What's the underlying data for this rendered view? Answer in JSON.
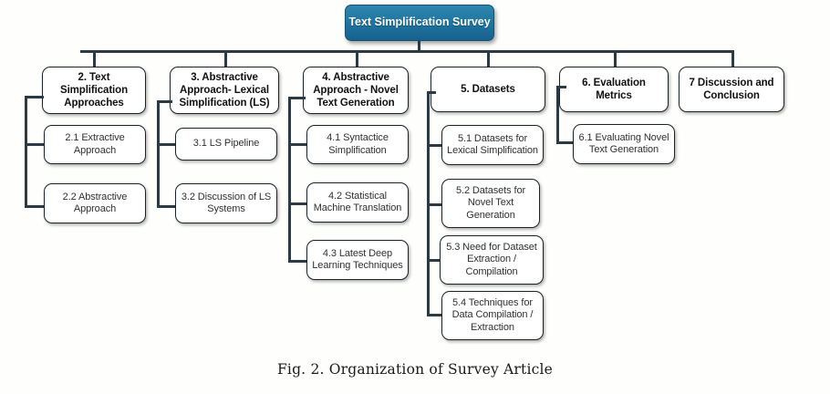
{
  "figure": {
    "caption": "Fig. 2.  Organization of Survey Article",
    "root": {
      "label": "Text Simplification Survey",
      "color": "#2077a2"
    },
    "line_color": "#2b3a44",
    "box_fill": "#ffffff",
    "box_border": "#1b2228",
    "background": "#fefefc"
  },
  "columns": [
    {
      "parent": "2. Text Simplification Approaches",
      "children": [
        "2.1 Extractive Approach",
        "2.2 Abstractive Approach"
      ]
    },
    {
      "parent": "3. Abstractive Approach- Lexical Simplification (LS)",
      "children": [
        "3.1 LS Pipeline",
        "3.2 Discussion of LS Systems"
      ]
    },
    {
      "parent": "4. Abstractive Approach - Novel Text Generation",
      "children": [
        "4.1 Syntactice Simplification",
        "4.2 Statistical Machine Translation",
        "4.3 Latest Deep Learning Techniques"
      ]
    },
    {
      "parent": "5. Datasets",
      "children": [
        "5.1 Datasets for Lexical Simplification",
        "5.2 Datasets for Novel Text Generation",
        "5.3 Need for Dataset Extraction / Compilation",
        "5.4 Techniques for Data Compilation / Extraction"
      ]
    },
    {
      "parent": "6. Evaluation Metrics",
      "children": [
        "6.1 Evaluating Novel Text Generation"
      ]
    },
    {
      "parent": "7 Discussion and Conclusion",
      "children": []
    }
  ]
}
